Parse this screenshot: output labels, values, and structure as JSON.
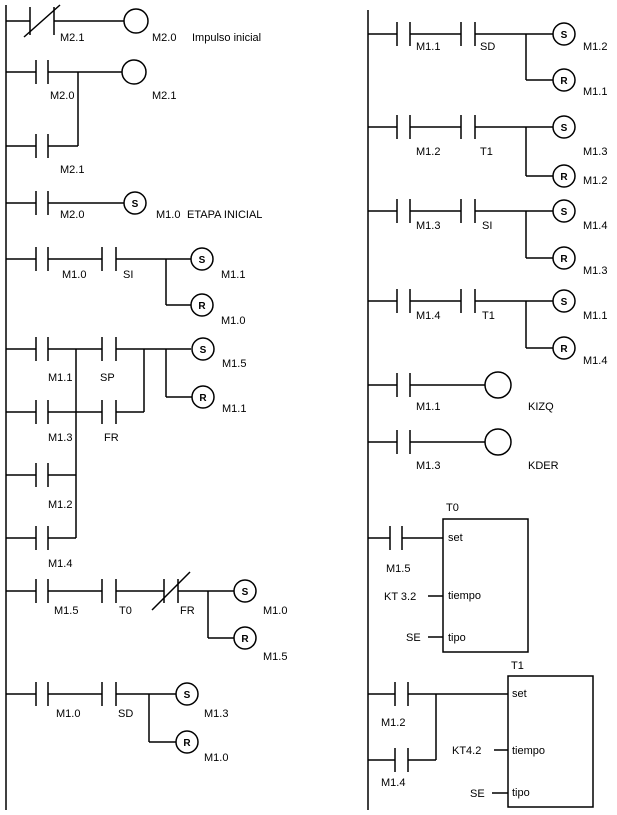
{
  "left_rungs": [
    {
      "contacts": [
        {
          "label": "M2.1",
          "nc": true
        }
      ],
      "coils": [
        {
          "type": "out",
          "label": "M2.0"
        }
      ],
      "comment": "Impulso inicial"
    },
    {
      "contacts": [
        {
          "label": "M2.0"
        }
      ],
      "parallel": [
        "M2.1"
      ],
      "coils": [
        {
          "type": "out",
          "label": "M2.1"
        }
      ]
    },
    {
      "contacts": [
        {
          "label": "M2.0"
        }
      ],
      "coils": [
        {
          "type": "S",
          "label": "M1.0"
        }
      ],
      "comment": "ETAPA INICIAL"
    },
    {
      "contacts": [
        {
          "label": "M1.0"
        },
        {
          "label": "SI"
        }
      ],
      "coils": [
        {
          "type": "S",
          "label": "M1.1"
        },
        {
          "type": "R",
          "label": "M1.0"
        }
      ]
    },
    {
      "branch_a": [
        {
          "label": "M1.1"
        },
        {
          "label": "SP"
        }
      ],
      "branch_b": [
        {
          "label": "M1.3"
        },
        {
          "label": "FR"
        }
      ],
      "or_contacts": [
        "M1.2",
        "M1.4"
      ],
      "coils": [
        {
          "type": "S",
          "label": "M1.5"
        },
        {
          "type": "R",
          "label": "M1.1"
        }
      ]
    },
    {
      "contacts": [
        {
          "label": "M1.5"
        },
        {
          "label": "T0"
        },
        {
          "label": "FR",
          "nc": true
        }
      ],
      "coils": [
        {
          "type": "S",
          "label": "M1.0"
        },
        {
          "type": "R",
          "label": "M1.5"
        }
      ]
    },
    {
      "contacts": [
        {
          "label": "M1.0"
        },
        {
          "label": "SD"
        }
      ],
      "coils": [
        {
          "type": "S",
          "label": "M1.3"
        },
        {
          "type": "R",
          "label": "M1.0"
        }
      ]
    }
  ],
  "right_rungs": [
    {
      "contacts": [
        {
          "label": "M1.1"
        },
        {
          "label": "SD"
        }
      ],
      "coils": [
        {
          "type": "S",
          "label": "M1.2"
        },
        {
          "type": "R",
          "label": "M1.1"
        }
      ]
    },
    {
      "contacts": [
        {
          "label": "M1.2"
        },
        {
          "label": "T1"
        }
      ],
      "coils": [
        {
          "type": "S",
          "label": "M1.3"
        },
        {
          "type": "R",
          "label": "M1.2"
        }
      ]
    },
    {
      "contacts": [
        {
          "label": "M1.3"
        },
        {
          "label": "SI"
        }
      ],
      "coils": [
        {
          "type": "S",
          "label": "M1.4"
        },
        {
          "type": "R",
          "label": "M1.3"
        }
      ]
    },
    {
      "contacts": [
        {
          "label": "M1.4"
        },
        {
          "label": "T1"
        }
      ],
      "coils": [
        {
          "type": "S",
          "label": "M1.1"
        },
        {
          "type": "R",
          "label": "M1.4"
        }
      ]
    },
    {
      "contacts": [
        {
          "label": "M1.1"
        }
      ],
      "coils": [
        {
          "type": "out",
          "label": "KIZQ"
        }
      ]
    },
    {
      "contacts": [
        {
          "label": "M1.3"
        }
      ],
      "coils": [
        {
          "type": "out",
          "label": "KDER"
        }
      ]
    }
  ],
  "timers": [
    {
      "name": "T0",
      "contacts": [
        "M1.5"
      ],
      "set_label": "set",
      "tiempo_label": "tiempo",
      "tipo_label": "tipo",
      "time_value": "KT 3.2",
      "type_value": "SE"
    },
    {
      "name": "T1",
      "contacts": [
        "M1.2",
        "M1.4"
      ],
      "set_label": "set",
      "tiempo_label": "tiempo",
      "tipo_label": "tipo",
      "time_value": "KT4.2",
      "type_value": "SE"
    }
  ]
}
